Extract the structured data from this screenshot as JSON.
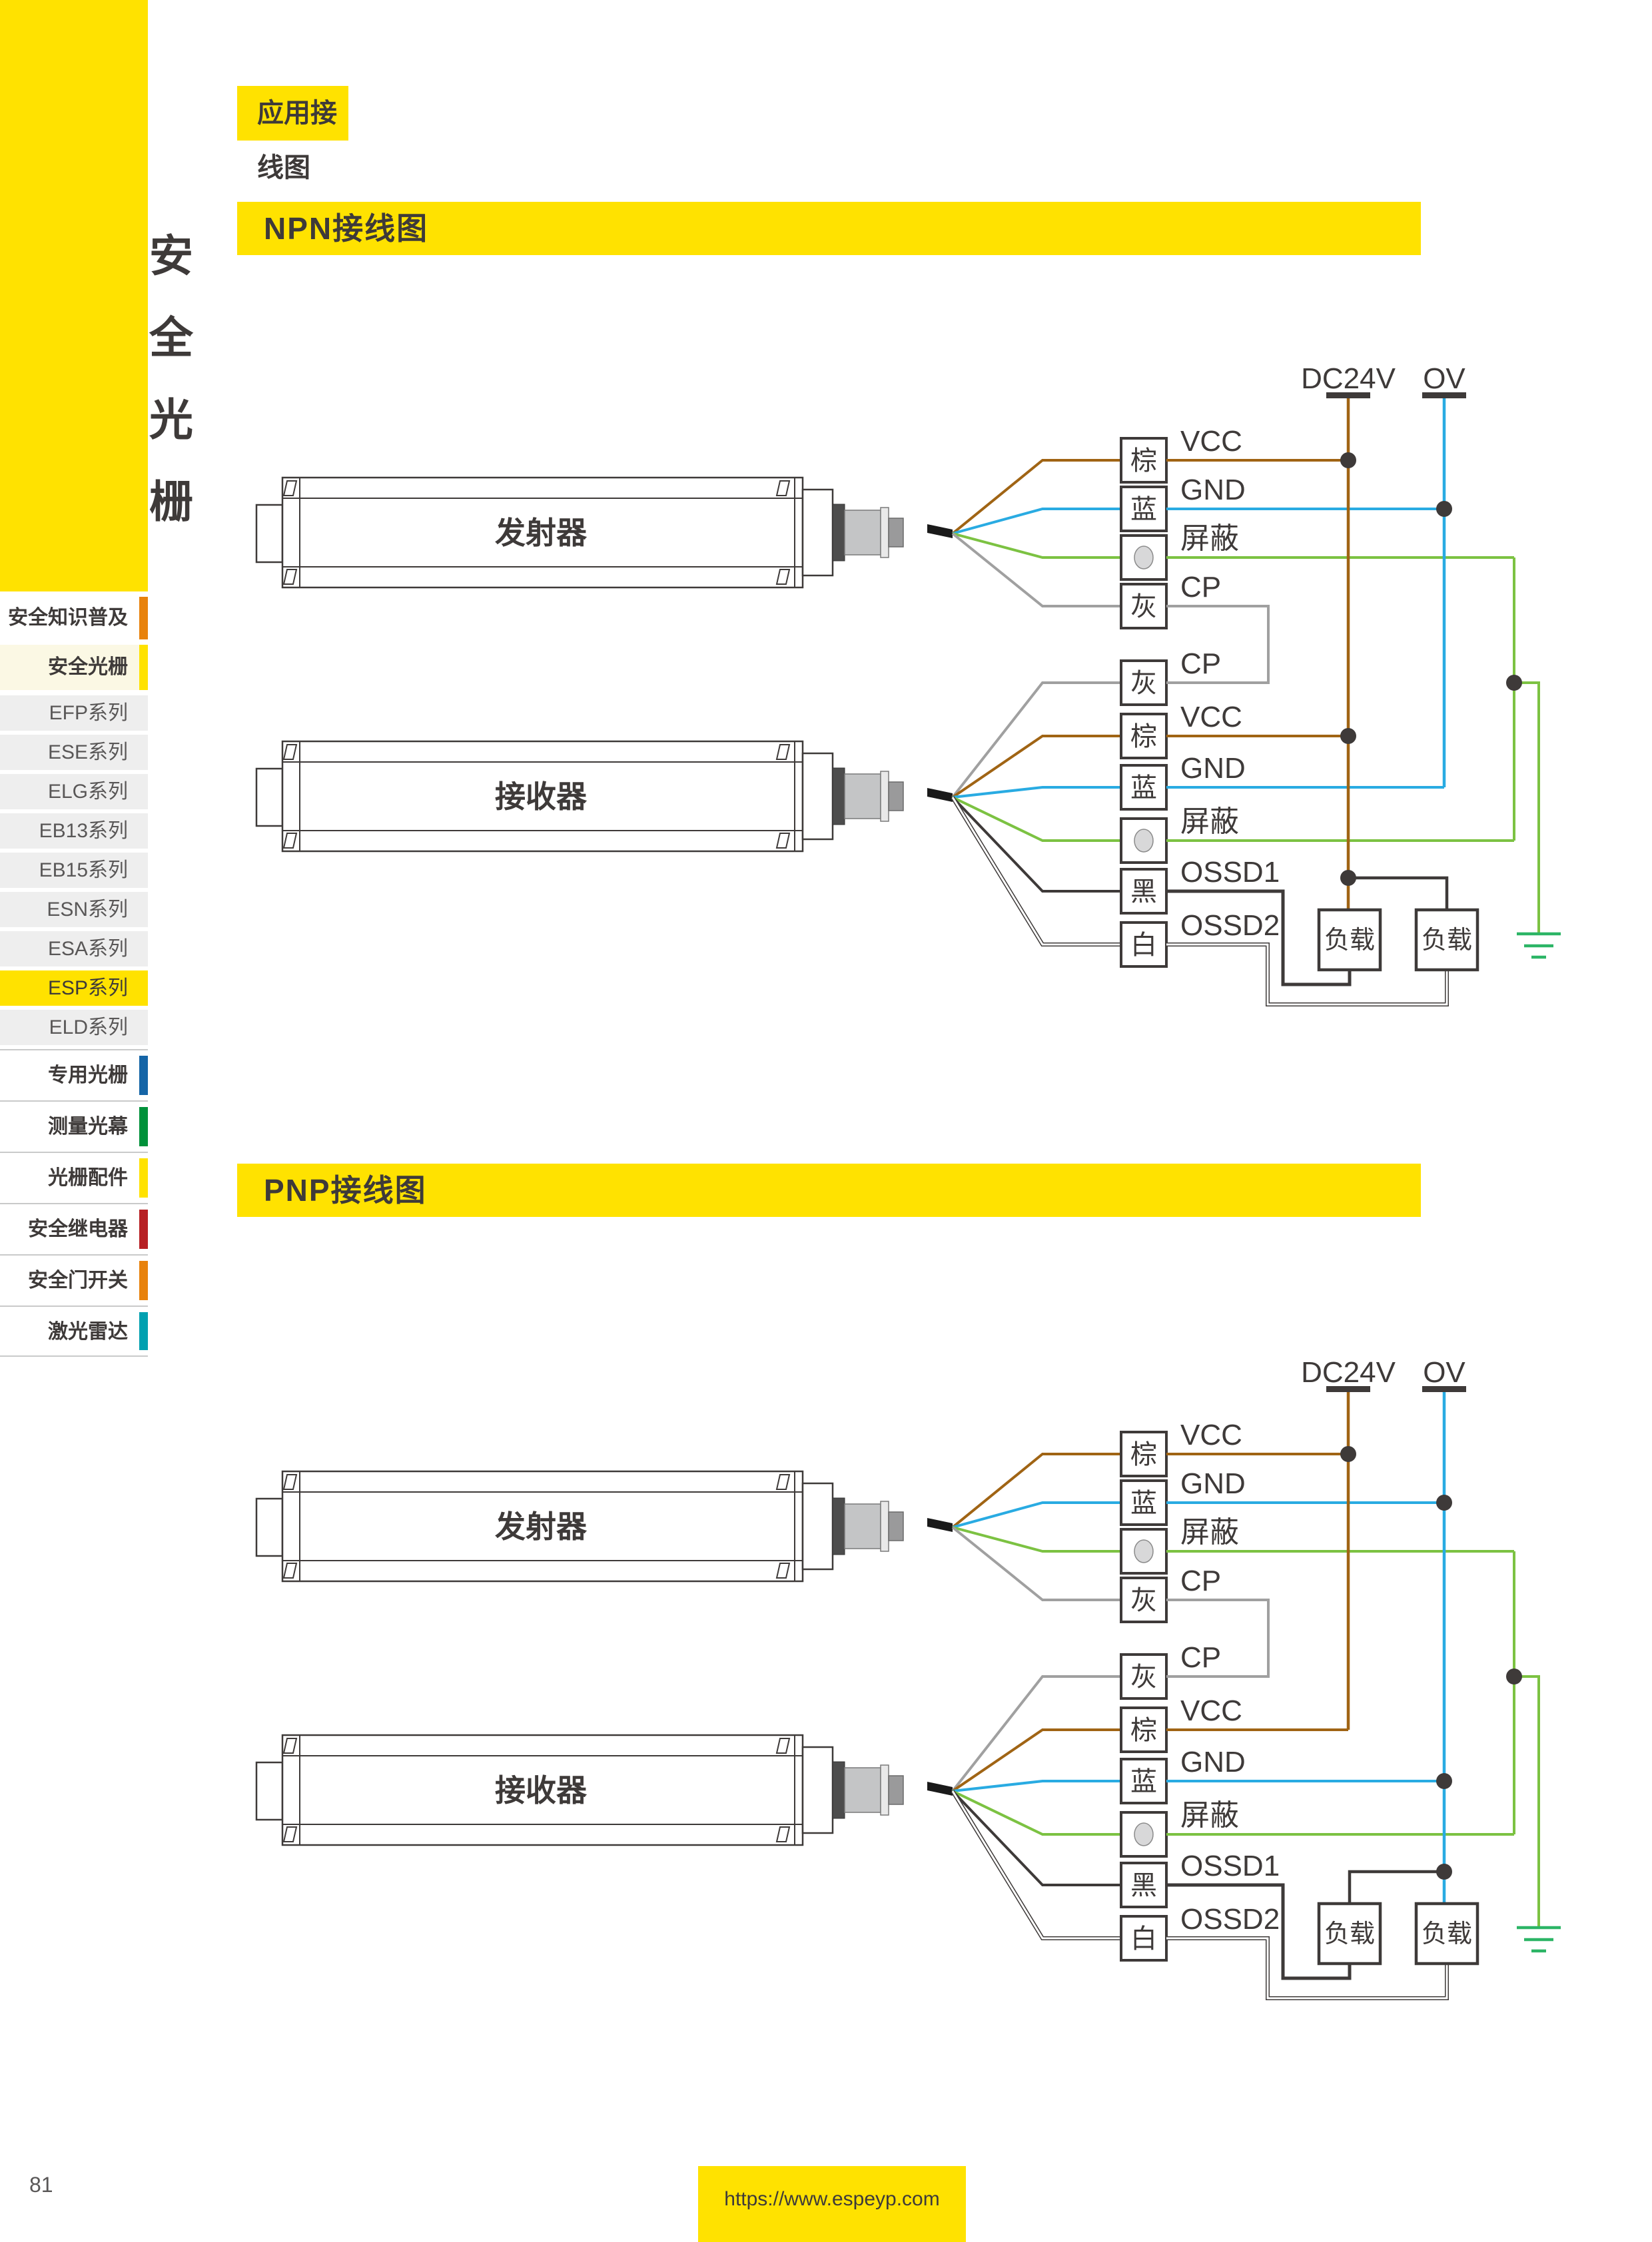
{
  "page": {
    "number": "81",
    "website": "https://www.espeyp.com"
  },
  "sidebar": {
    "vertical_title": "安全光栅",
    "items": [
      {
        "label": "安全知识普及",
        "type": "bold",
        "bar": "#e8820c"
      },
      {
        "label": "安全光栅",
        "type": "current",
        "bar": "#ffe200"
      },
      {
        "label": "EFP系列",
        "type": "series",
        "bar": null
      },
      {
        "label": "ESE系列",
        "type": "series",
        "bar": null
      },
      {
        "label": "ELG系列",
        "type": "series",
        "bar": null
      },
      {
        "label": "EB13系列",
        "type": "series",
        "bar": null
      },
      {
        "label": "EB15系列",
        "type": "series",
        "bar": null
      },
      {
        "label": "ESN系列",
        "type": "series",
        "bar": null
      },
      {
        "label": "ESA系列",
        "type": "series",
        "bar": null
      },
      {
        "label": "ESP系列",
        "type": "series-active",
        "bar": null
      },
      {
        "label": "ELD系列",
        "type": "series",
        "bar": null
      },
      {
        "label": "专用光栅",
        "type": "boldsep",
        "bar": "#1565a7"
      },
      {
        "label": "测量光幕",
        "type": "boldsep",
        "bar": "#00913a"
      },
      {
        "label": "光栅配件",
        "type": "boldsep",
        "bar": "#ffe200"
      },
      {
        "label": "安全继电器",
        "type": "boldsep",
        "bar": "#b72024"
      },
      {
        "label": "安全门开关",
        "type": "boldsep",
        "bar": "#e8820c"
      },
      {
        "label": "激光雷达",
        "type": "boldsep",
        "bar": "#00a0b0"
      }
    ]
  },
  "content": {
    "page_title": "应用接线图",
    "sections": [
      {
        "title": "NPN接线图"
      },
      {
        "title": "PNP接线图"
      }
    ],
    "diagram": {
      "transmitter": "发射器",
      "receiver": "接收器",
      "power_24v": "DC24V",
      "power_0v": "OV",
      "load": "负载",
      "wires": {
        "brown": "棕",
        "blue": "蓝",
        "gray": "灰",
        "black": "黑",
        "white": "白"
      },
      "signals": {
        "vcc": "VCC",
        "gnd": "GND",
        "shield": "屏蔽",
        "cp": "CP",
        "ossd1": "OSSD1",
        "ossd2": "OSSD2"
      }
    },
    "colors": {
      "accent_yellow": "#ffe200",
      "wire_brown": "#a06414",
      "wire_blue": "#29abe2",
      "wire_green": "#7cc242",
      "wire_gray": "#a0a0a0",
      "wire_dark": "#3e3a39",
      "ground_green": "#2cb566"
    }
  }
}
